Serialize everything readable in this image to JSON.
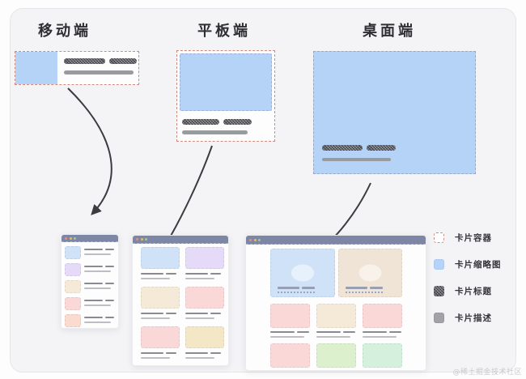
{
  "sections": [
    {
      "id": "mobile",
      "title": "移动端"
    },
    {
      "id": "tablet",
      "title": "平板端"
    },
    {
      "id": "desktop",
      "title": "桌面端"
    }
  ],
  "legend": {
    "items": [
      {
        "name": "card-container",
        "label": "卡片容器"
      },
      {
        "name": "card-thumbnail",
        "label": "卡片缩略图"
      },
      {
        "name": "card-title",
        "label": "卡片标题"
      },
      {
        "name": "card-description",
        "label": "卡片描述"
      }
    ]
  },
  "watermark": "@稀土掘金技术社区",
  "window_dots": [
    "#dc8f8f",
    "#ddc15e",
    "#98cc98"
  ],
  "colors": {
    "panel_bg": "#f4f4f6",
    "container_border": "#cf8a7f",
    "thumbnail_blue": "#b5d3f6",
    "title_dark": "#3e3e46",
    "description_gray": "#9a9aa1",
    "window_bar": "#7d87a5",
    "arrow": "#3b3b40"
  },
  "palette": {
    "blue": "#cfe2f8",
    "purple": "#e5daf8",
    "cream": "#f5ead7",
    "tan": "#f0e4d6",
    "pink": "#fad8d8",
    "salmon": "#fbdacf",
    "yellow": "#f4e7c5",
    "green": "#dcf0cd",
    "mint": "#d6f0de"
  },
  "mockups": {
    "mobile": {
      "rows": [
        "blue",
        "purple",
        "cream",
        "pink",
        "salmon"
      ]
    },
    "tablet": {
      "rows": [
        [
          "blue",
          "purple"
        ],
        [
          "cream",
          "pink"
        ],
        [
          "pink",
          "yellow"
        ]
      ]
    },
    "desktop": {
      "hero": [
        "blue",
        "tan"
      ],
      "mid": [
        "pink",
        "cream",
        "pink"
      ],
      "bottom": [
        "pink",
        "green",
        "mint"
      ]
    }
  }
}
